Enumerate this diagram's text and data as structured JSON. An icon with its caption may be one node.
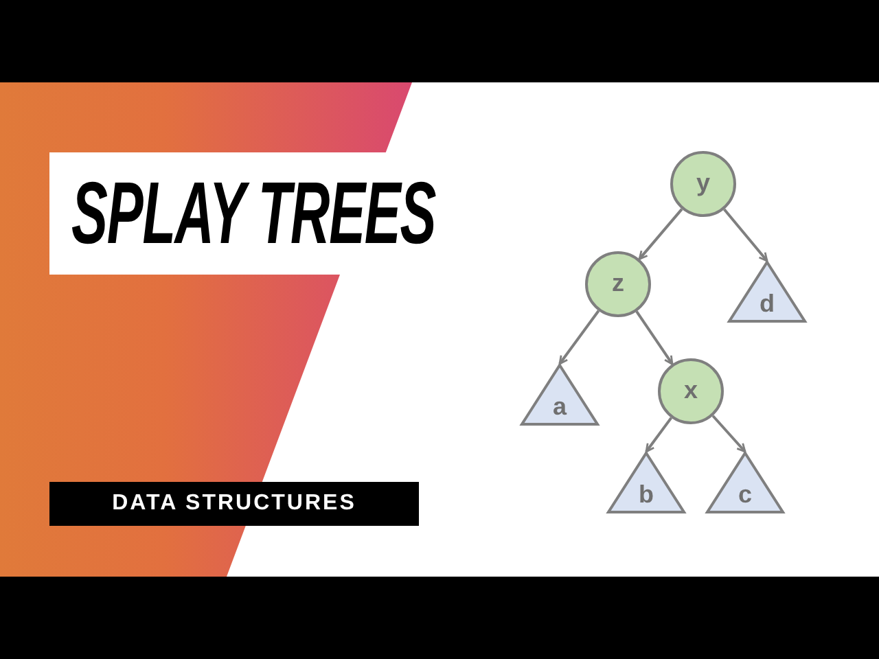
{
  "diagram": {
    "title": "SPLAY TREES",
    "nodes": [
      {
        "text": [
          "y"
        ]
      },
      {
        "text": [
          "z"
        ]
      },
      {
        "text": [
          "d"
        ]
      },
      {
        "text": [
          "a"
        ]
      },
      {
        "text": [
          "x"
        ]
      },
      {
        "text": [
          "b"
        ]
      },
      {
        "text": [
          "c"
        ]
      }
    ],
    "edges": [
      {
        "from": 0,
        "to": 1,
        "arrow": "to"
      },
      {
        "from": 0,
        "to": 2,
        "arrow": "to"
      },
      {
        "from": 1,
        "to": 3,
        "arrow": "to"
      },
      {
        "from": 1,
        "to": 4,
        "arrow": "to"
      },
      {
        "from": 4,
        "to": 5,
        "arrow": "to"
      },
      {
        "from": 4,
        "to": 6,
        "arrow": "to"
      }
    ],
    "labels": [
      "DATA STRUCTURES"
    ]
  }
}
